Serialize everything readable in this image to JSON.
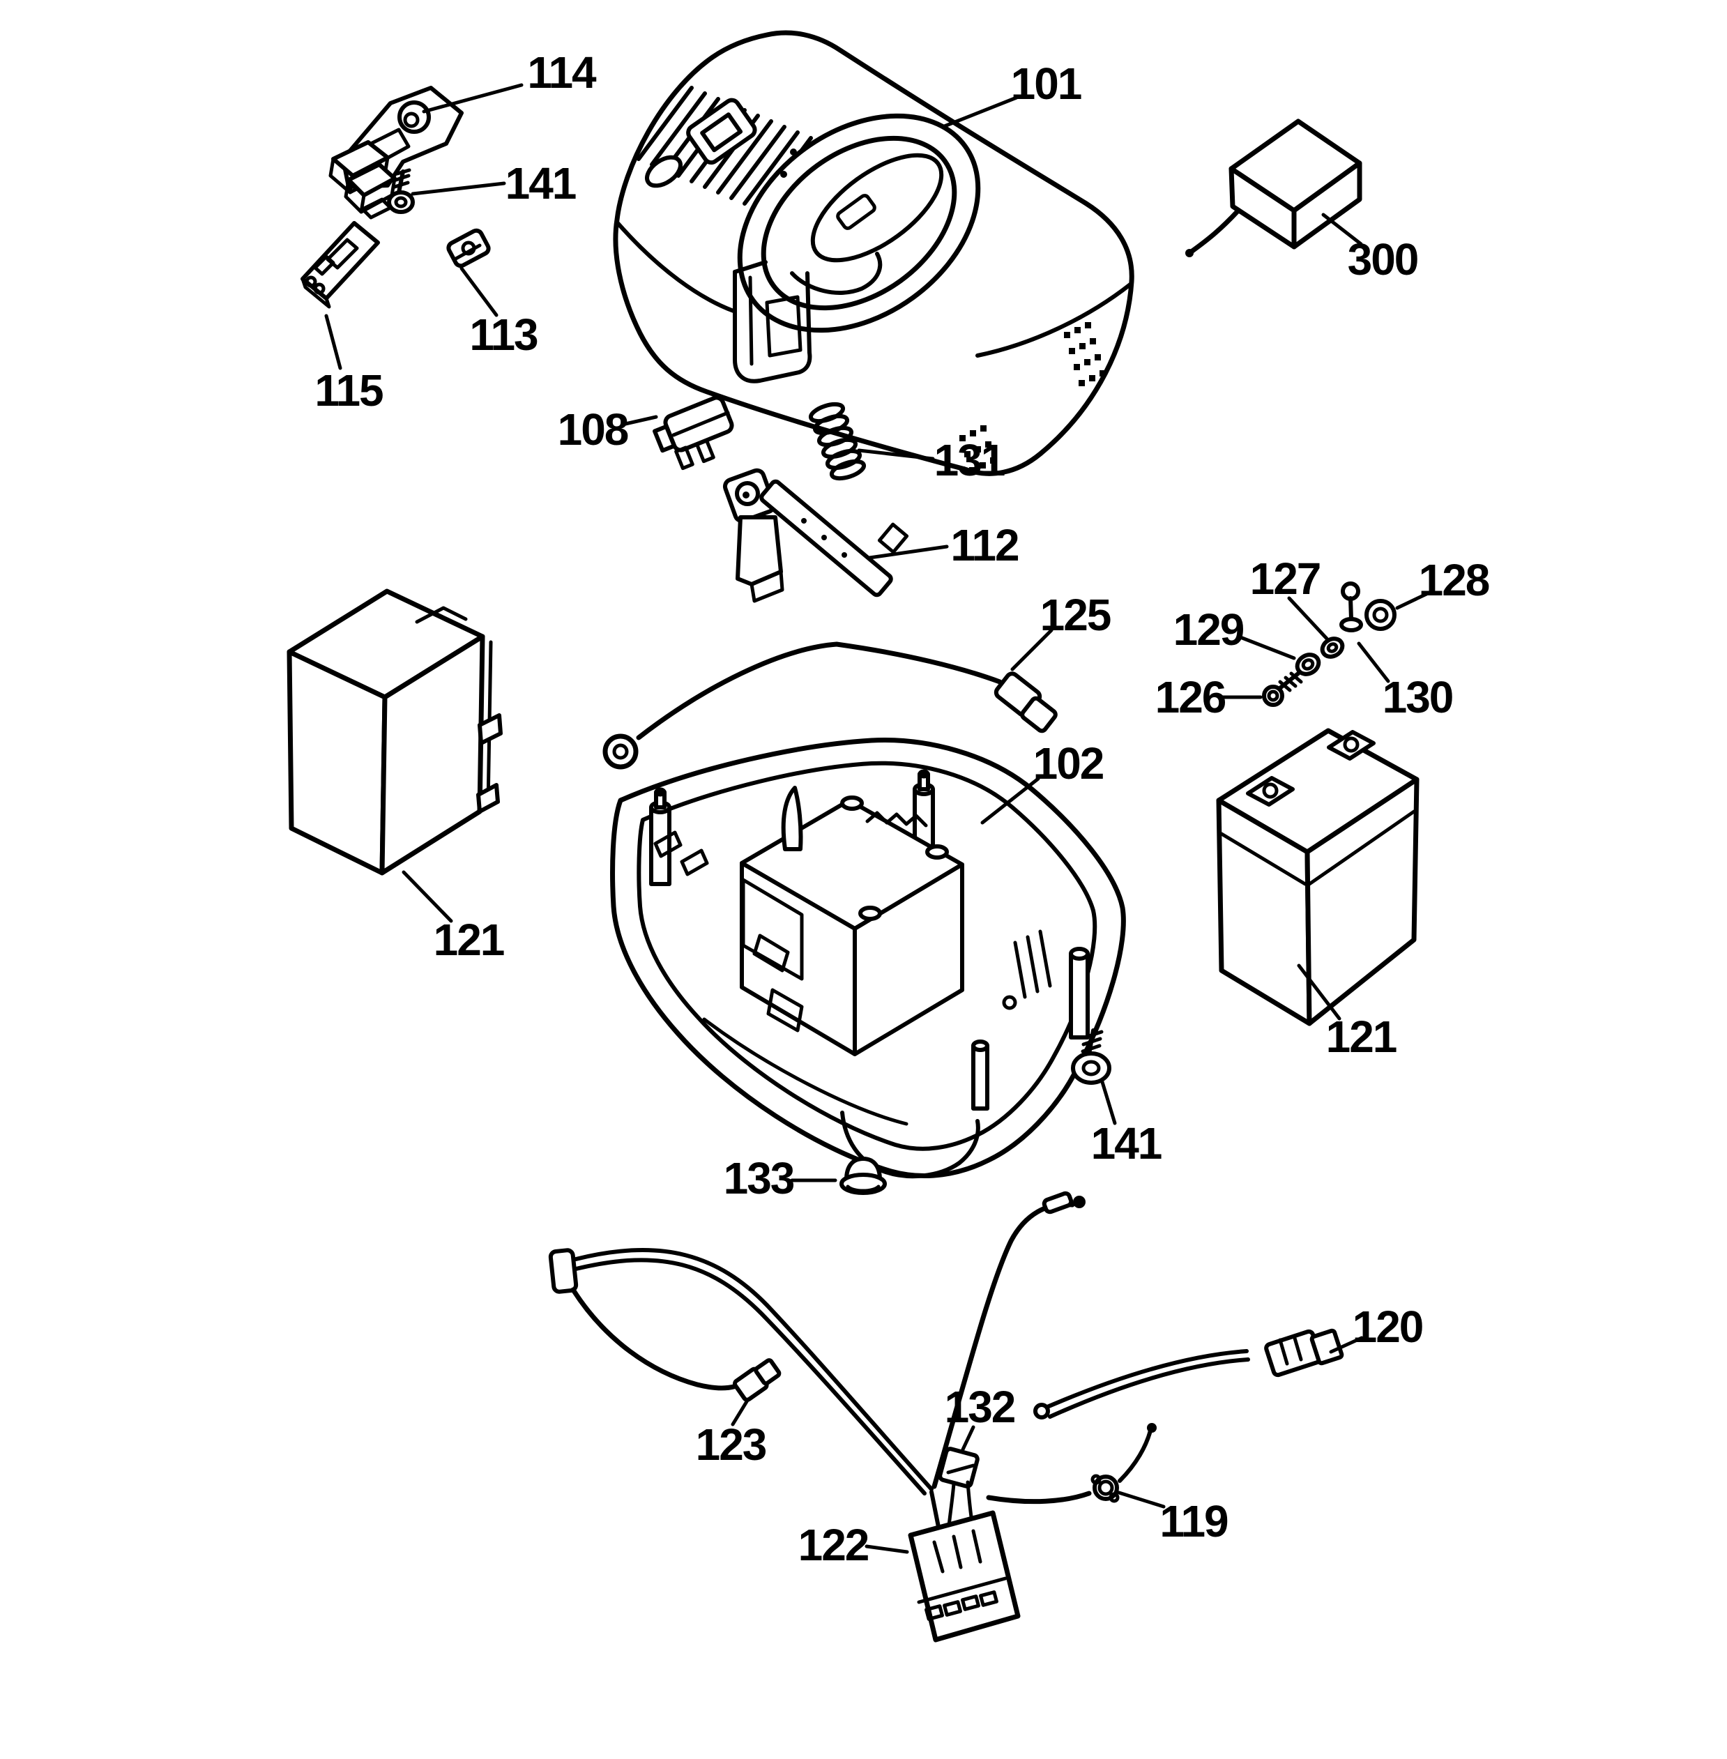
{
  "diagram": {
    "type": "exploded-parts-diagram",
    "background": "#ffffff",
    "ink": "#000000",
    "callouts": [
      {
        "ref": "114"
      },
      {
        "ref": "141"
      },
      {
        "ref": "101"
      },
      {
        "ref": "300"
      },
      {
        "ref": "113"
      },
      {
        "ref": "115"
      },
      {
        "ref": "108"
      },
      {
        "ref": "131"
      },
      {
        "ref": "112"
      },
      {
        "ref": "125"
      },
      {
        "ref": "127"
      },
      {
        "ref": "128"
      },
      {
        "ref": "129"
      },
      {
        "ref": "126"
      },
      {
        "ref": "130"
      },
      {
        "ref": "102"
      },
      {
        "ref": "121"
      },
      {
        "ref": "121"
      },
      {
        "ref": "141"
      },
      {
        "ref": "133"
      },
      {
        "ref": "120"
      },
      {
        "ref": "123"
      },
      {
        "ref": "132"
      },
      {
        "ref": "119"
      },
      {
        "ref": "122"
      }
    ]
  }
}
